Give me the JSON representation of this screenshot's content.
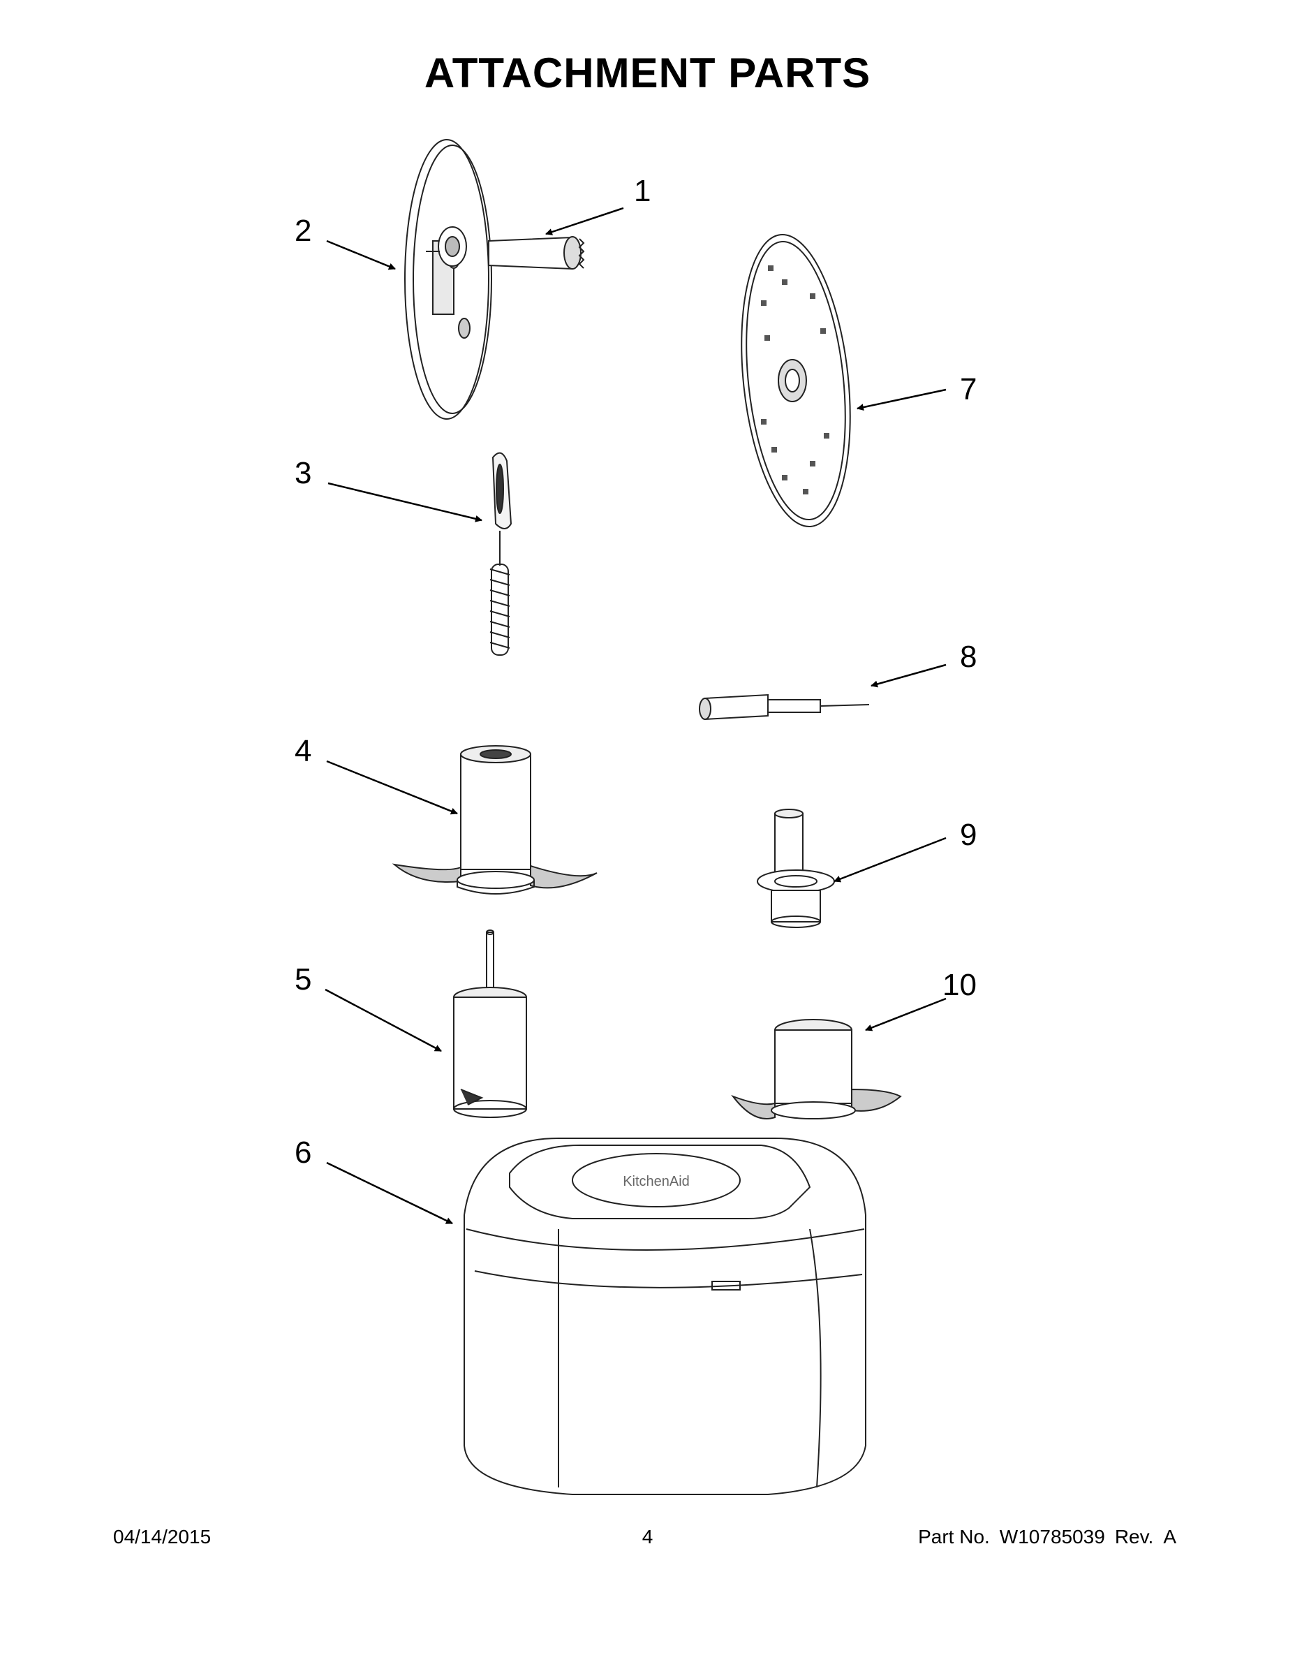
{
  "title": "ATTACHMENT PARTS",
  "callouts": [
    "1",
    "2",
    "3",
    "4",
    "5",
    "6",
    "7",
    "8",
    "9",
    "10"
  ],
  "footer": {
    "date": "04/14/2015",
    "page": "4",
    "part_label": "Part No.",
    "part_number": "W10785039",
    "rev_label": "Rev.",
    "rev": "A"
  },
  "logo_text": "KitchenAid"
}
